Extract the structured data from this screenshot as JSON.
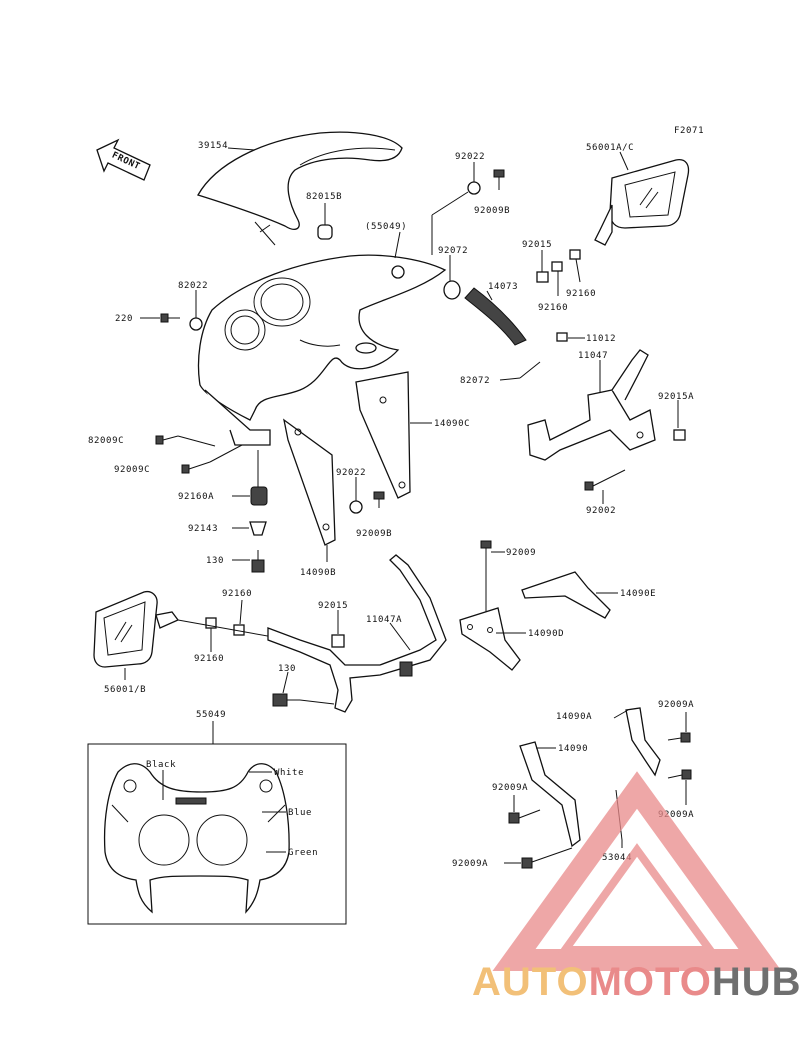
{
  "diagram_code": "F2071",
  "front_label": "FRONT",
  "part_labels": {
    "p39154": "39154",
    "p82015b": "82015B",
    "p55049_ref": "(55049)",
    "p92022_top": "92022",
    "p92009b_top": "92009B",
    "p56001ac": "56001A/C",
    "p92015_top": "92015",
    "p92072": "92072",
    "p14073": "14073",
    "p92160_r1": "92160",
    "p92160_r2": "92160",
    "p82022": "82022",
    "p220": "220",
    "p11012": "11012",
    "p11047": "11047",
    "p82072": "82072",
    "p92015a": "92015A",
    "p14090c": "14090C",
    "p82009c": "82009C",
    "p92009c": "92009C",
    "p92022_mid": "92022",
    "p92160a": "92160A",
    "p92009b_mid": "92009B",
    "p92002": "92002",
    "p92143": "92143",
    "p92009": "92009",
    "p130_a": "130",
    "p14090b": "14090B",
    "p92160_l1": "92160",
    "p92015_mid": "92015",
    "p11047a": "11047A",
    "p14090e": "14090E",
    "p14090d": "14090D",
    "p56001b": "56001/B",
    "p92160_l2": "92160",
    "p130_b": "130",
    "p55049": "55049",
    "p14090a": "14090A",
    "p92009a_1": "92009A",
    "p14090": "14090",
    "p92009a_2": "92009A",
    "p92009a_3": "92009A",
    "p53044": "53044",
    "p92009a_4": "92009A"
  },
  "color_callouts": {
    "black": "Black",
    "white": "White",
    "blue": "Blue",
    "green": "Green"
  },
  "watermark": {
    "part1": "AUTO",
    "part2": "MOTO",
    "part3": "HUB",
    "color_orange": "#f2c078",
    "color_red": "#e98a8a",
    "color_gray": "#6f6f6f"
  }
}
